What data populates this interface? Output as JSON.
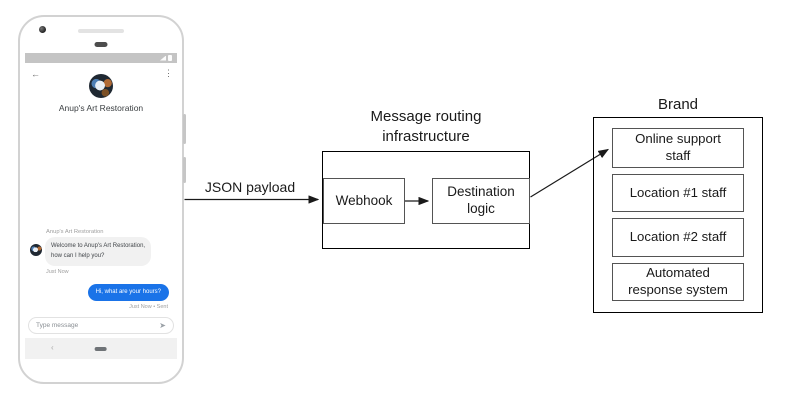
{
  "phone": {
    "status_bar": {
      "signal_icon": "signal-triangle",
      "battery_icon": "battery"
    },
    "chat_header": {
      "back_icon": "←",
      "title": "Anup's Art Restoration",
      "overflow_icon": "⋮"
    },
    "conversation": {
      "sender_label": "Anup's Art Restoration",
      "incoming_message": "Welcome to Anup's Art Restoration,\nhow can I help you?",
      "incoming_timestamp": "Just Now",
      "outgoing_message": "Hi, what are your hours?",
      "outgoing_timestamp": "Just Now • Sent"
    },
    "composer": {
      "placeholder": "Type message",
      "send_icon": "➤"
    },
    "navbar": {
      "back_icon": "‹"
    }
  },
  "diagram": {
    "payload_label": "JSON payload",
    "infrastructure": {
      "title": "Message routing infrastructure",
      "nodes": [
        "Webhook",
        "Destination logic"
      ]
    },
    "brand": {
      "title": "Brand",
      "destinations": [
        "Online support staff",
        "Location #1 staff",
        "Location #2 staff",
        "Automated response system"
      ]
    }
  },
  "colors": {
    "outgoing_bubble": "#1a73e8",
    "incoming_bubble": "#f1f1f1",
    "status_bar": "#c4c4c4",
    "outer_box_border": "#000000",
    "inner_box_border": "#545454",
    "arrow": "#1a1a1a"
  }
}
